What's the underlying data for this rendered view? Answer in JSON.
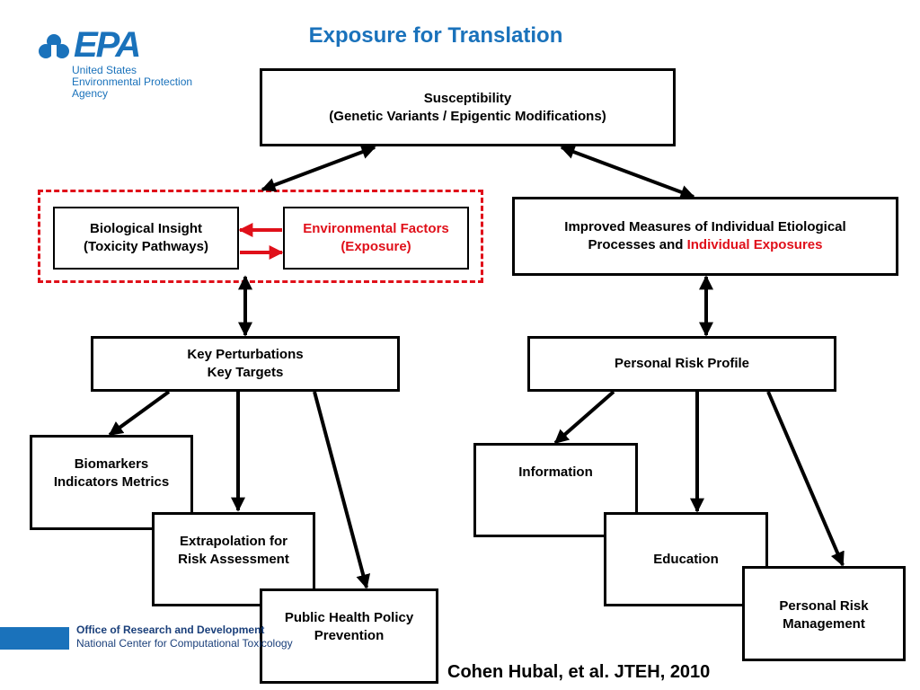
{
  "header": {
    "title": "Exposure for Translation"
  },
  "logo": {
    "wordmark": "EPA",
    "lines": [
      "United States",
      "Environmental Protection",
      "Agency"
    ]
  },
  "nodes": {
    "susceptibility": {
      "line1": "Susceptibility",
      "line2": "(Genetic Variants / Epigentic Modifications)"
    },
    "biological": {
      "line1": "Biological Insight",
      "line2": "(Toxicity Pathways)"
    },
    "environmental": {
      "line1": "Environmental Factors",
      "line2": "(Exposure)"
    },
    "improved": {
      "line1": "Improved Measures of Individual Etiological",
      "line2_plain": "Processes and ",
      "line2_red": "Individual Exposures"
    },
    "key": {
      "line1": "Key Perturbations",
      "line2": "Key Targets"
    },
    "profile": {
      "line1": "Personal Risk Profile"
    },
    "biomarkers": {
      "line1": "Biomarkers",
      "line2": "Indicators Metrics"
    },
    "extrapolation": {
      "line1": "Extrapolation for",
      "line2": "Risk Assessment"
    },
    "public_health": {
      "line1": "Public Health Policy",
      "line2": "Prevention"
    },
    "information": {
      "line1": "Information"
    },
    "education": {
      "line1": "Education"
    },
    "management": {
      "line1": "Personal Risk",
      "line2": "Management"
    }
  },
  "footer": {
    "line1": "Office of Research and Development",
    "line2": "National Center for Computational Toxicology"
  },
  "citation": "Cohen Hubal, et al. JTEH, 2010",
  "colors": {
    "brand_blue": "#1a72bb",
    "red": "#e0101a",
    "black": "#000000"
  }
}
